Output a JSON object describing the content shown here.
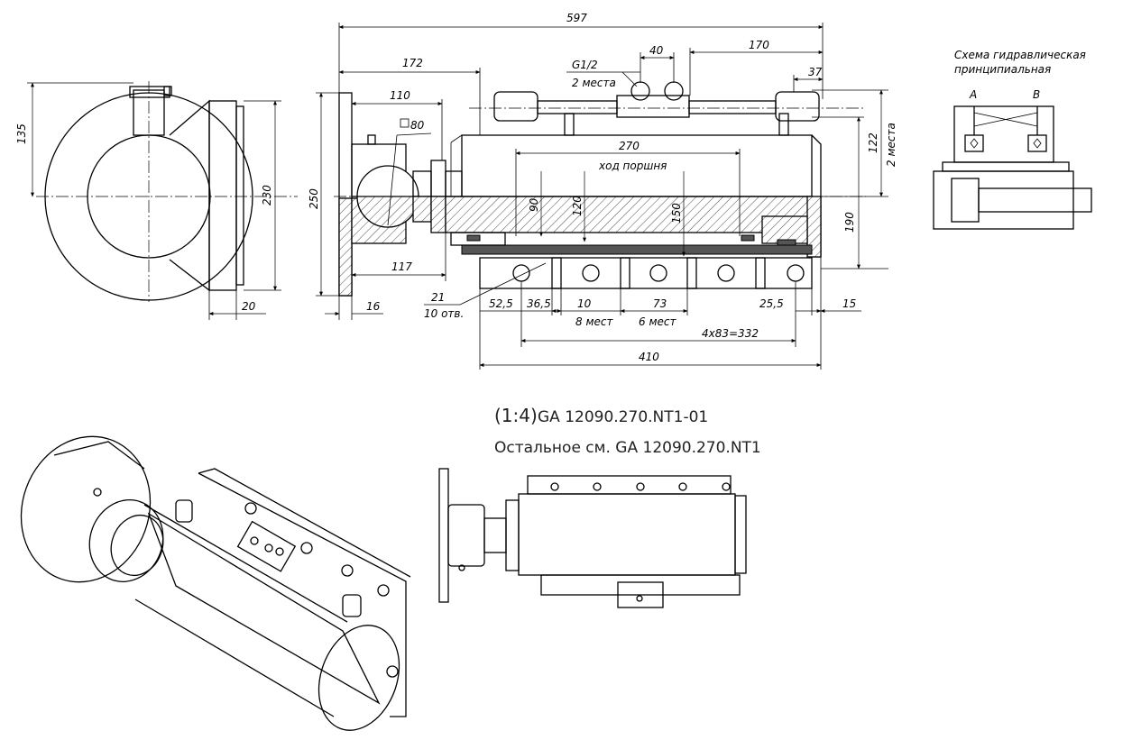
{
  "dimensions": {
    "overall_length": "597",
    "d172": "172",
    "d110": "110",
    "square80": "80",
    "port_thread": "G1/2",
    "port_count": "2 места",
    "d40": "40",
    "d170": "170",
    "d37": "37",
    "stroke_length": "270",
    "stroke_label": "ход поршня",
    "dia90": "90",
    "dia120": "120",
    "dia150": "150",
    "dia250": "250",
    "d230": "230",
    "d135": "135",
    "d20": "20",
    "d122": "122",
    "d122_count": "2 места",
    "d190": "190",
    "d117": "117",
    "dia21": "21",
    "holes_count": "10 отв.",
    "d16": "16",
    "d52_5": "52,5",
    "d36_5": "36,5",
    "d10": "10",
    "d10_count": "8 мест",
    "d73": "73",
    "d73_count": "6 мест",
    "d25_5": "25,5",
    "d15": "15",
    "pitch": "4x83=332",
    "d410": "410"
  },
  "hydraulic_scheme": {
    "title_line1": "Схема гидравлическая",
    "title_line2": "принципиальная",
    "port_a": "A",
    "port_b": "B"
  },
  "notes": {
    "scale": "(1:4)",
    "model": "GA 12090.270.NT1-01",
    "reference": "Остальное см. GA 12090.270.NT1"
  }
}
